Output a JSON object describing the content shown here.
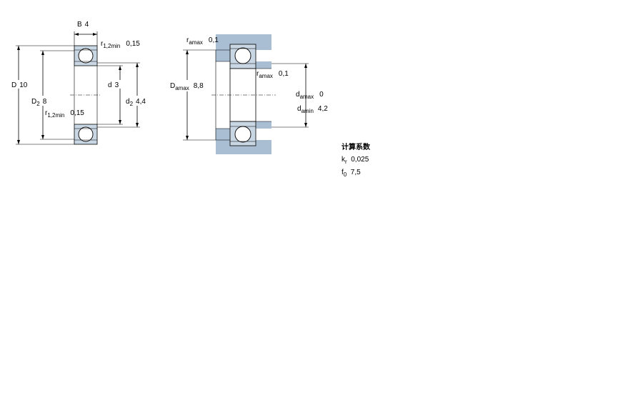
{
  "left_view": {
    "B": {
      "sym": "B",
      "value": "4"
    },
    "D": {
      "sym": "D",
      "value": "10"
    },
    "D2": {
      "sym": "D",
      "sub": "2",
      "value": "8"
    },
    "d": {
      "sym": "d",
      "value": "3"
    },
    "d2": {
      "sym": "d",
      "sub": "2",
      "value": "4,4"
    },
    "r_top": {
      "sym": "r",
      "sub": "1,2min",
      "value": "0,15"
    },
    "r_bottom": {
      "sym": "r",
      "sub": "1,2min",
      "value": "0,15"
    }
  },
  "right_view": {
    "ra_top": {
      "sym": "r",
      "sub": "amax",
      "value": "0,1"
    },
    "ra_inner": {
      "sym": "r",
      "sub": "amax",
      "value": "0,1"
    },
    "Da": {
      "sym": "D",
      "sub": "amax",
      "value": "8,8"
    },
    "da_max": {
      "sym": "d",
      "sub": "amax",
      "value": "0"
    },
    "da_min": {
      "sym": "d",
      "sub": "amin",
      "value": "4,2"
    }
  },
  "calc": {
    "title": "计算系数",
    "kr": {
      "sym": "k",
      "sub": "r",
      "value": "0,025"
    },
    "f0": {
      "sym": "f",
      "sub": "0",
      "value": "7,5"
    }
  },
  "colors": {
    "ring": "#c9d6e3",
    "housing": "#a9bed2"
  }
}
